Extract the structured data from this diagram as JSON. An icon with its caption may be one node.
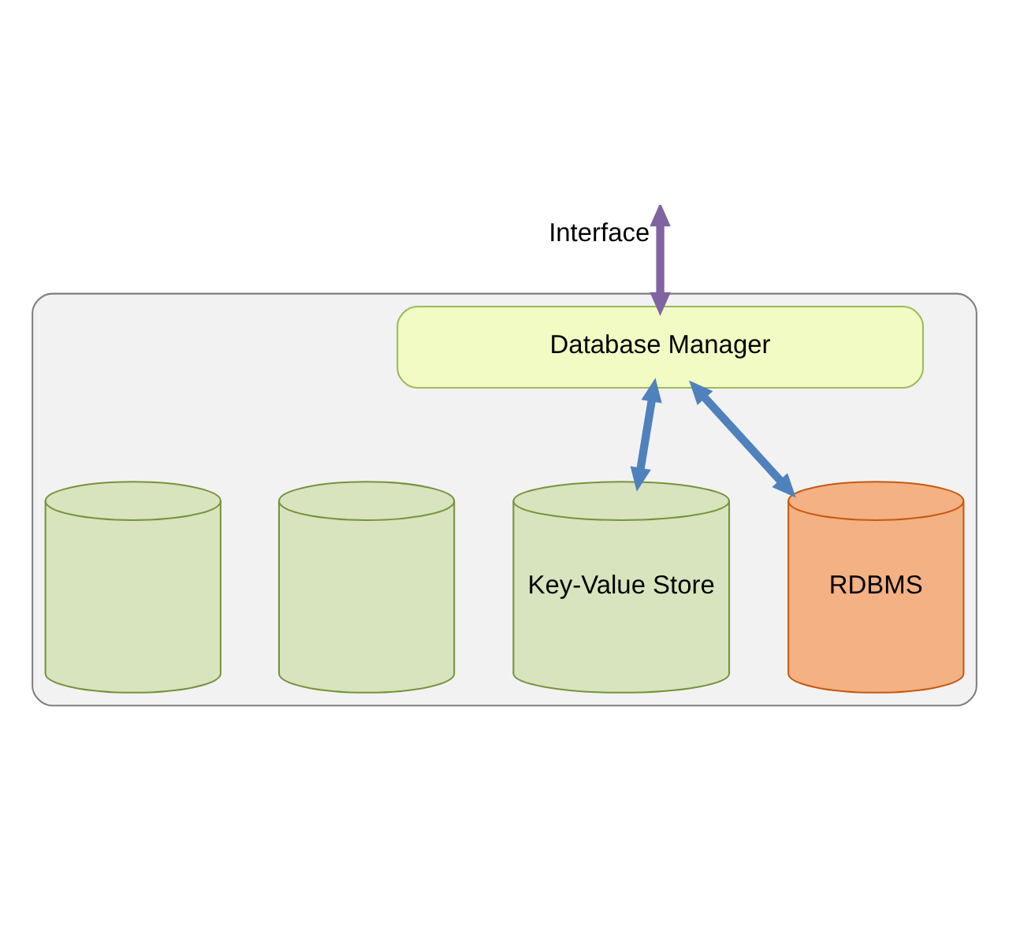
{
  "diagram": {
    "nodes": [
      {
        "text": [],
        "shape": "box"
      },
      {
        "text": [
          "Database Manager"
        ],
        "in": 0
      },
      {
        "text": [],
        "shape": "cylinder",
        "in": 0
      },
      {
        "text": [],
        "shape": "cylinder",
        "in": 0
      },
      {
        "text": [
          "Key-Value Store"
        ],
        "in": 0
      },
      {
        "text": [
          "RDBMS"
        ],
        "in": 0
      }
    ],
    "edges": [
      {
        "from": null,
        "to": 1,
        "arrow": "both",
        "label": "Interface",
        "color": "#8064a2"
      },
      {
        "from": 1,
        "to": 4,
        "arrow": "both"
      },
      {
        "from": 1,
        "to": 5,
        "arrow": "both"
      }
    ]
  }
}
